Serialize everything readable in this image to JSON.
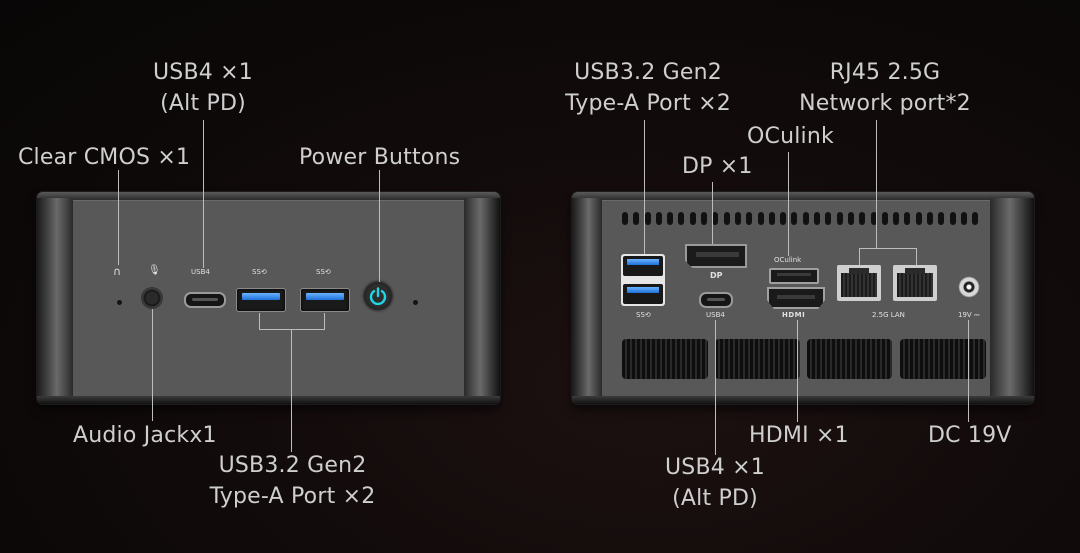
{
  "front": {
    "labels": {
      "usb4_top_line1": "USB4 ×1",
      "usb4_top_line2": "(Alt PD)",
      "clear_cmos": "Clear CMOS ×1",
      "power_buttons": "Power Buttons",
      "audio_jack": "Audio Jackx1",
      "usb32_line1": "USB3.2 Gen2",
      "usb32_line2": "Type-A Port ×2"
    },
    "panel_marks": {
      "headphone_icon": "headphone-icon",
      "mic_icon": "microphone-icon",
      "usb4_text": "USB4",
      "ss1": "SS⟲",
      "ss2": "SS⟲"
    },
    "power_led_color": "#1fd6e6",
    "usb_blue": "#2a86ff"
  },
  "rear": {
    "labels": {
      "usb32_line1": "USB3.2 Gen2",
      "usb32_line2": "Type-A Port ×2",
      "rj45_line1": "RJ45 2.5G",
      "rj45_line2": "Network port*2",
      "oculink": "OCulink",
      "dp": "DP ×1",
      "hdmi": "HDMI ×1",
      "dc": "DC 19V",
      "usb4_line1": "USB4 ×1",
      "usb4_line2": "(Alt PD)"
    },
    "panel_marks": {
      "ss": "SS⟲",
      "dp": "DP",
      "usb4": "USB4",
      "oculink": "OCulink",
      "hdmi": "HDMI",
      "lan": "2.5G LAN",
      "dc": "19V ⎓"
    }
  }
}
